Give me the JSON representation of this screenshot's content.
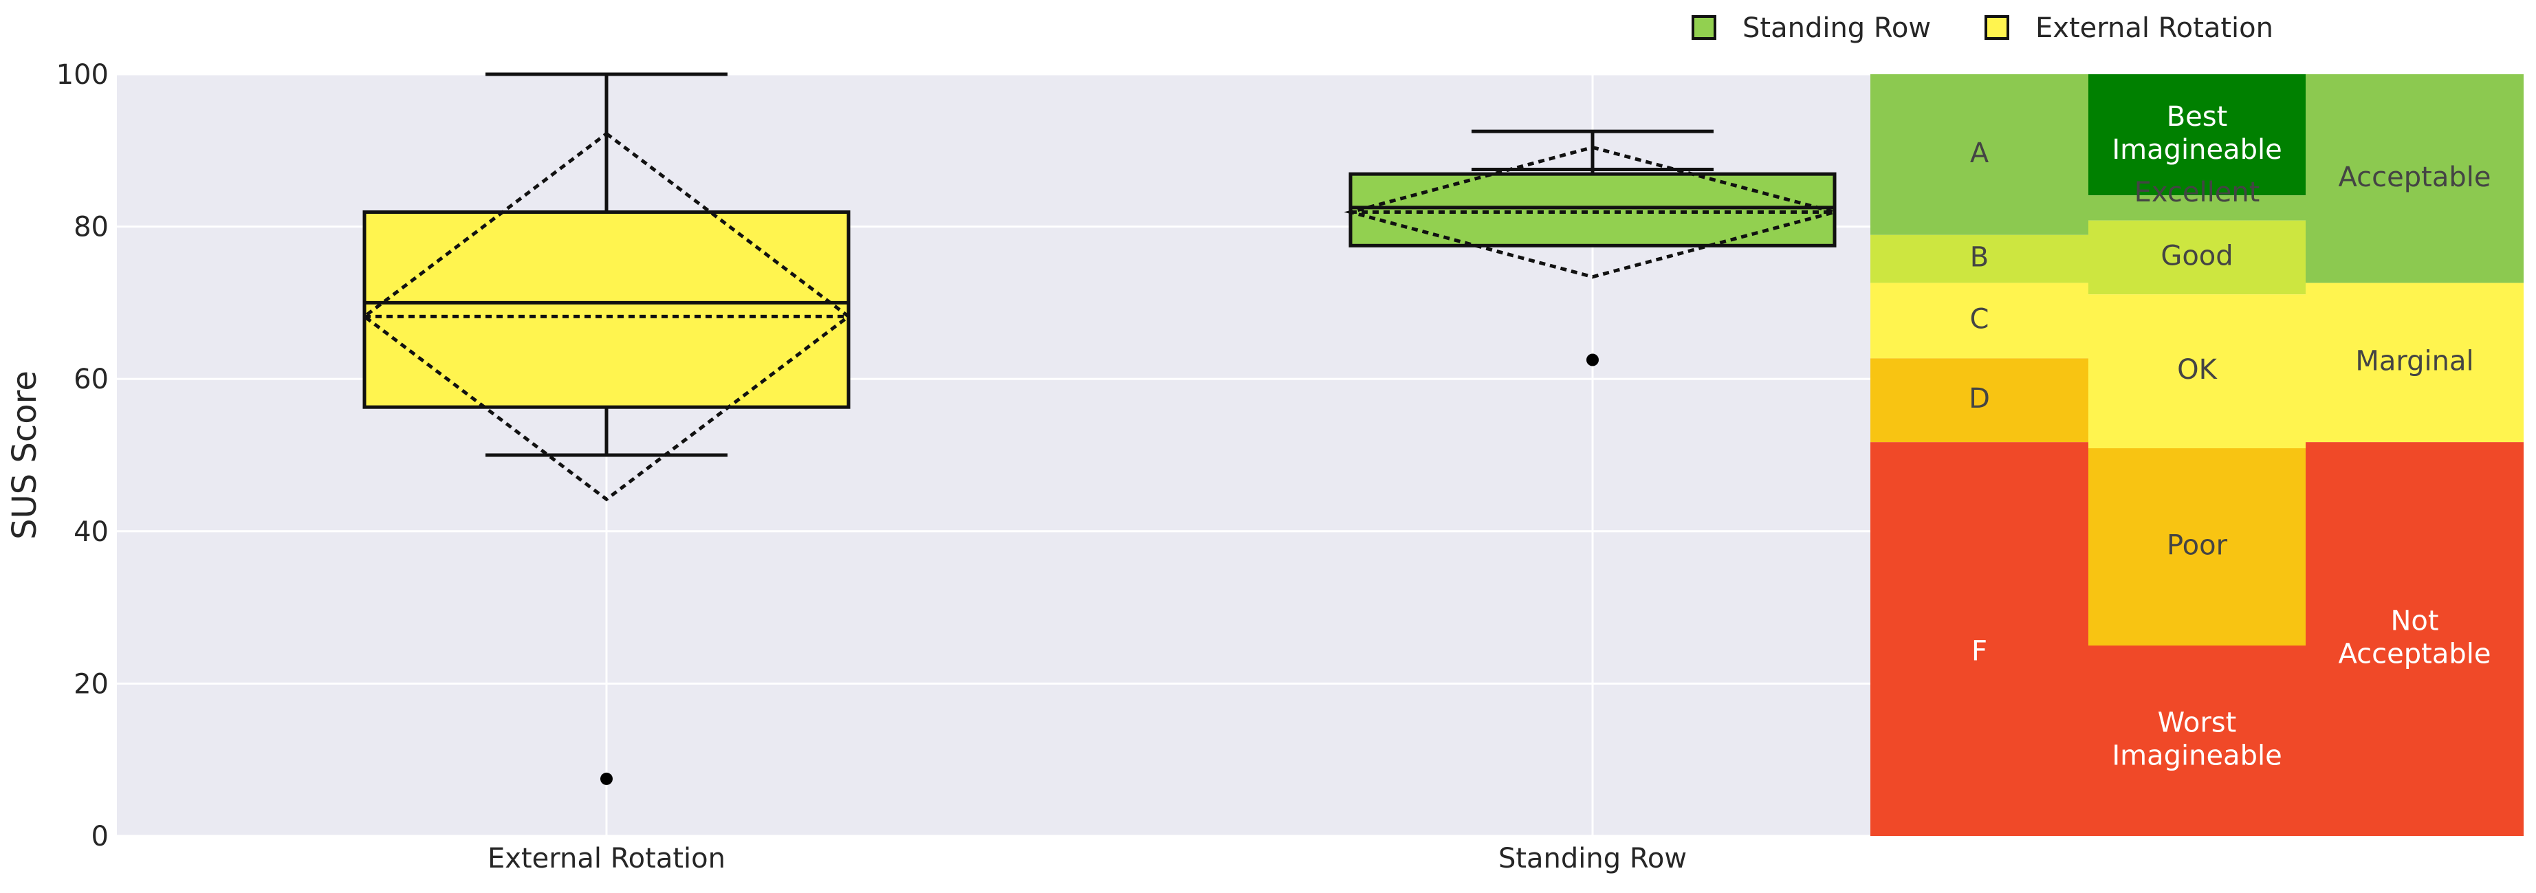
{
  "chart_data": {
    "type": "box",
    "ylabel": "SUS Score",
    "ylim": [
      0,
      100
    ],
    "yticks": [
      0,
      20,
      40,
      60,
      80,
      100
    ],
    "grid": true,
    "legend_placement": "top-right",
    "categories": [
      "External Rotation",
      "Standing Row"
    ],
    "series": [
      {
        "name": "External Rotation",
        "color": "#fff44f",
        "whisker_low": 50,
        "q1": 56.3,
        "median": 70,
        "q3": 81.9,
        "whisker_high": 100,
        "mean": 68.2,
        "mean_minus_sd": 44.2,
        "mean_plus_sd": 92.2,
        "outliers": [
          7.5
        ]
      },
      {
        "name": "Standing Row",
        "color": "#92d050",
        "whisker_low": 87.5,
        "q1": 77.5,
        "median": 82.5,
        "q3": 86.9,
        "whisker_high": 92.5,
        "mean": 81.9,
        "mean_minus_sd": 73.4,
        "mean_plus_sd": 90.4,
        "outliers": [
          62.5
        ]
      }
    ],
    "scale_bands": {
      "grades": [
        {
          "label": "A",
          "low": 78.9,
          "high": 100,
          "color": "#8cc950",
          "text": "#444444"
        },
        {
          "label": "B",
          "low": 72.6,
          "high": 78.9,
          "color": "#cde640",
          "text": "#444444"
        },
        {
          "label": "C",
          "low": 62.7,
          "high": 72.6,
          "color": "#fff44f",
          "text": "#444444"
        },
        {
          "label": "D",
          "low": 51.7,
          "high": 62.7,
          "color": "#f8c412",
          "text": "#444444"
        },
        {
          "label": "F",
          "low": 0,
          "high": 51.7,
          "color": "#f04928",
          "text": "#ffffff"
        }
      ],
      "adjectives": [
        {
          "label": "Best Imagineable",
          "low": 84.1,
          "high": 100,
          "color": "#008000",
          "text": "#ffffff"
        },
        {
          "label": "Excellent",
          "low": 80.8,
          "high": 84.1,
          "color": "#8cc950",
          "text": "#444444"
        },
        {
          "label": "Good",
          "low": 71.1,
          "high": 80.8,
          "color": "#cde640",
          "text": "#444444"
        },
        {
          "label": "OK",
          "low": 50.9,
          "high": 71.1,
          "color": "#fff44f",
          "text": "#444444"
        },
        {
          "label": "Poor",
          "low": 25,
          "high": 50.9,
          "color": "#f8c412",
          "text": "#444444"
        },
        {
          "label": "Worst Imagineable",
          "low": 0,
          "high": 25,
          "color": "#f04928",
          "text": "#ffffff"
        }
      ],
      "acceptability": [
        {
          "label": "Acceptable",
          "low": 72.6,
          "high": 100,
          "color": "#8cc950",
          "text": "#444444"
        },
        {
          "label": "Marginal",
          "low": 51.7,
          "high": 72.6,
          "color": "#fff44f",
          "text": "#444444"
        },
        {
          "label": "Not Acceptable",
          "low": 0,
          "high": 51.7,
          "color": "#f04928",
          "text": "#ffffff"
        }
      ]
    },
    "legend": [
      {
        "label": "Standing Row",
        "color": "#92d050"
      },
      {
        "label": "External Rotation",
        "color": "#fff44f"
      }
    ]
  }
}
